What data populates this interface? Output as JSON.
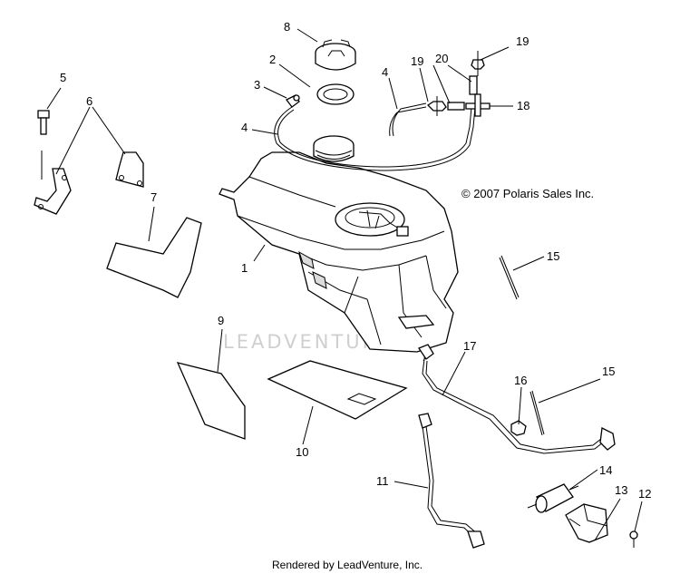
{
  "copyright": "© 2007 Polaris Sales Inc.",
  "watermark": "LEADVENTURE",
  "footer": "Rendered by LeadVenture, Inc.",
  "callouts": {
    "c1": "1",
    "c2": "2",
    "c3": "3",
    "c4a": "4",
    "c4b": "4",
    "c5": "5",
    "c6": "6",
    "c7": "7",
    "c8": "8",
    "c9": "9",
    "c10": "10",
    "c11": "11",
    "c12": "12",
    "c13": "13",
    "c14": "14",
    "c15a": "15",
    "c15b": "15",
    "c16": "16",
    "c17": "17",
    "c18": "18",
    "c19a": "19",
    "c19b": "19",
    "c20": "20"
  }
}
